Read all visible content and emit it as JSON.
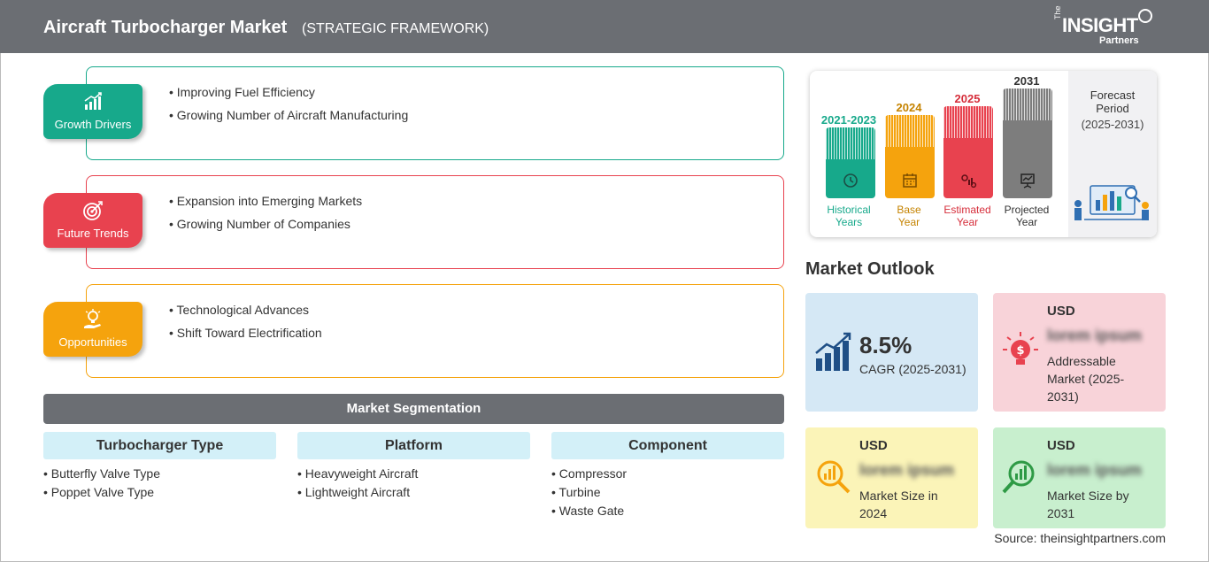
{
  "header": {
    "title": "Aircraft Turbocharger Market",
    "subtitle": "(STRATEGIC FRAMEWORK)",
    "logo": {
      "the": "The",
      "insight": "INSIGHT",
      "partners": "Partners"
    }
  },
  "framework": [
    {
      "label": "Growth Drivers",
      "color": "#17a98b",
      "icon": "growth-chart-icon",
      "items": [
        "Improving Fuel Efficiency",
        "Growing Number of Aircraft Manufacturing"
      ]
    },
    {
      "label": "Future Trends",
      "color": "#e8424f",
      "icon": "target-icon",
      "items": [
        "Expansion into Emerging Markets",
        "Growing Number of Companies"
      ]
    },
    {
      "label": "Opportunities",
      "color": "#f5a30d",
      "icon": "lightbulb-hand-icon",
      "items": [
        "Technological Advances",
        "Shift Toward Electrification"
      ]
    }
  ],
  "segmentation": {
    "title": "Market Segmentation",
    "columns": [
      {
        "title": "Turbocharger Type",
        "items": [
          "Butterfly Valve Type",
          "Poppet Valve Type"
        ]
      },
      {
        "title": "Platform",
        "items": [
          "Heavyweight Aircraft",
          "Lightweight Aircraft"
        ]
      },
      {
        "title": "Component",
        "items": [
          "Compressor",
          "Turbine",
          "Waste Gate"
        ]
      }
    ]
  },
  "timeline": {
    "columns": [
      {
        "year": "2021-2023",
        "label": [
          "Historical",
          "Years"
        ],
        "color": "#17a98b",
        "icon": "history-clock-icon"
      },
      {
        "year": "2024",
        "label": [
          "Base",
          "Year"
        ],
        "color": "#f5a30d",
        "icon": "calendar-icon"
      },
      {
        "year": "2025",
        "label": [
          "Estimated",
          "Year"
        ],
        "color": "#e8424f",
        "icon": "gears-chart-icon"
      },
      {
        "year": "2031",
        "label": [
          "Projected",
          "Year"
        ],
        "color": "#7d7d7d",
        "icon": "presentation-board-icon"
      }
    ],
    "forecast": {
      "text": [
        "Forecast",
        "Period"
      ],
      "years": "(2025-2031)"
    }
  },
  "outlook": {
    "title": "Market Outlook",
    "cagr": {
      "value": "8.5%",
      "caption": "CAGR (2025-2031)"
    },
    "addressable": {
      "usd": "USD",
      "value": "lorem ipsum",
      "caption": [
        "Addressable",
        "Market (2025-",
        "2031)"
      ]
    },
    "size_2024": {
      "usd": "USD",
      "value": "lorem ipsum",
      "caption": [
        "Market Size in",
        "2024"
      ]
    },
    "size_2031": {
      "usd": "USD",
      "value": "lorem ipsum",
      "caption": [
        "Market Size by",
        "2031"
      ]
    }
  },
  "source": "Source: theinsightpartners.com",
  "colors": {
    "header_bg": "#6b6e73",
    "teal": "#17a98b",
    "red": "#e8424f",
    "orange": "#f5a30d",
    "card_blue": "#d5e8f5",
    "card_pink": "#f8d3d9",
    "card_yellow": "#fbf4b8",
    "card_green": "#c8efce"
  }
}
